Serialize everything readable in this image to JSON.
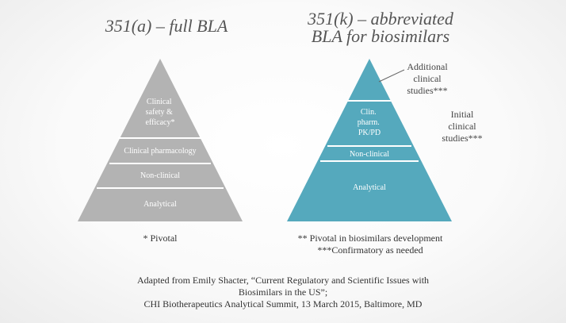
{
  "left": {
    "title": "351(a) – full BLA",
    "tiers": [
      [
        "Clinical",
        "safety &",
        "efficacy*"
      ],
      [
        "Clinical pharmacology"
      ],
      [
        "Non-clinical"
      ],
      [
        "Analytical"
      ]
    ],
    "footnote": "* Pivotal",
    "color": "#b3b3b3"
  },
  "right": {
    "title_line1": "351(k) – abbreviated",
    "title_line2": "BLA for biosimilars",
    "tiers": [
      [
        ""
      ],
      [
        "Clin.",
        "pharm.",
        "PK/PD"
      ],
      [
        "Non-clinical"
      ],
      [
        "Analytical"
      ]
    ],
    "callout_top": [
      "Additional",
      "clinical",
      "studies***"
    ],
    "callout_side": [
      "Initial",
      "clinical",
      "studies***"
    ],
    "footnote_line1": "** Pivotal in biosimilars development",
    "footnote_line2": "***Confirmatory as needed",
    "color": "#55a9bd"
  },
  "citation": {
    "line1": "Adapted from Emily Shacter, “Current Regulatory and Scientific Issues with",
    "line2": "Biosimilars in the US”;",
    "line3": "CHI Biotherapeutics Analytical Summit, 13 March 2015, Baltimore, MD"
  }
}
